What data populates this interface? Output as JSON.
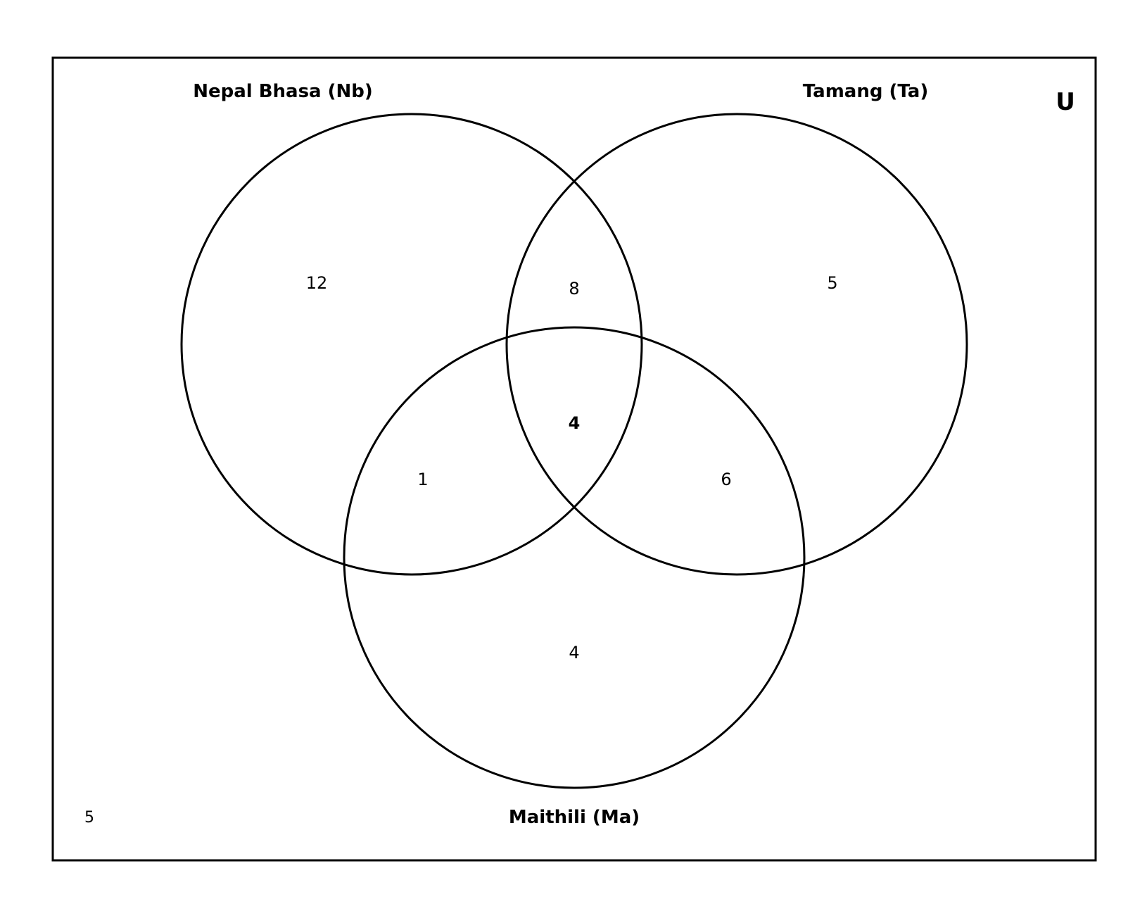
{
  "universe": {
    "label": "U"
  },
  "sets": {
    "nb": {
      "label": "Nepal Bhasa (Nb)"
    },
    "ta": {
      "label": "Tamang (Ta)"
    },
    "ma": {
      "label": "Maithili (Ma)"
    }
  },
  "regions": {
    "nb_only": "12",
    "ta_only": "5",
    "ma_only": "4",
    "nb_ta_only": "8",
    "nb_ma_only": "1",
    "ta_ma_only": "6",
    "nb_ta_ma": "4",
    "outside": "5"
  },
  "colors": {
    "stroke": "#000000",
    "background": "#ffffff"
  }
}
